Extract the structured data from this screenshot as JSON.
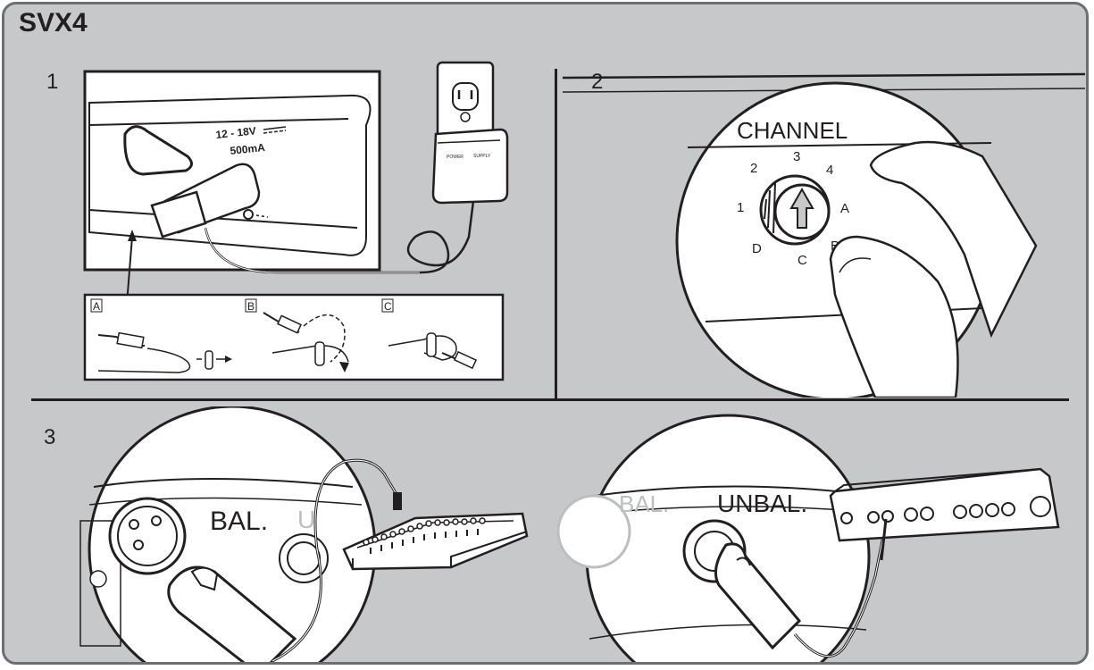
{
  "title": "SVX4",
  "steps": {
    "s1": "1",
    "s2": "2",
    "s3": "3"
  },
  "panel1": {
    "power_label_line1": "12 - 18V",
    "power_label_line2": "500mA",
    "adapter_label_left": "POWER",
    "adapter_label_right": "SUPPLY",
    "inset_a": "A",
    "inset_b": "B",
    "inset_c": "C"
  },
  "panel2": {
    "heading": "CHANNEL",
    "positions": [
      "1",
      "2",
      "3",
      "4",
      "A",
      "B",
      "C",
      "D"
    ]
  },
  "panel3": {
    "bal_label": "BAL.",
    "unbal_partial": "U",
    "bal_faded": "BAL.",
    "unbal_label": "UNBAL."
  },
  "colors": {
    "background": "#c7c8ca",
    "line": "#231f20",
    "frame": "#6d6e71",
    "white": "#ffffff"
  }
}
